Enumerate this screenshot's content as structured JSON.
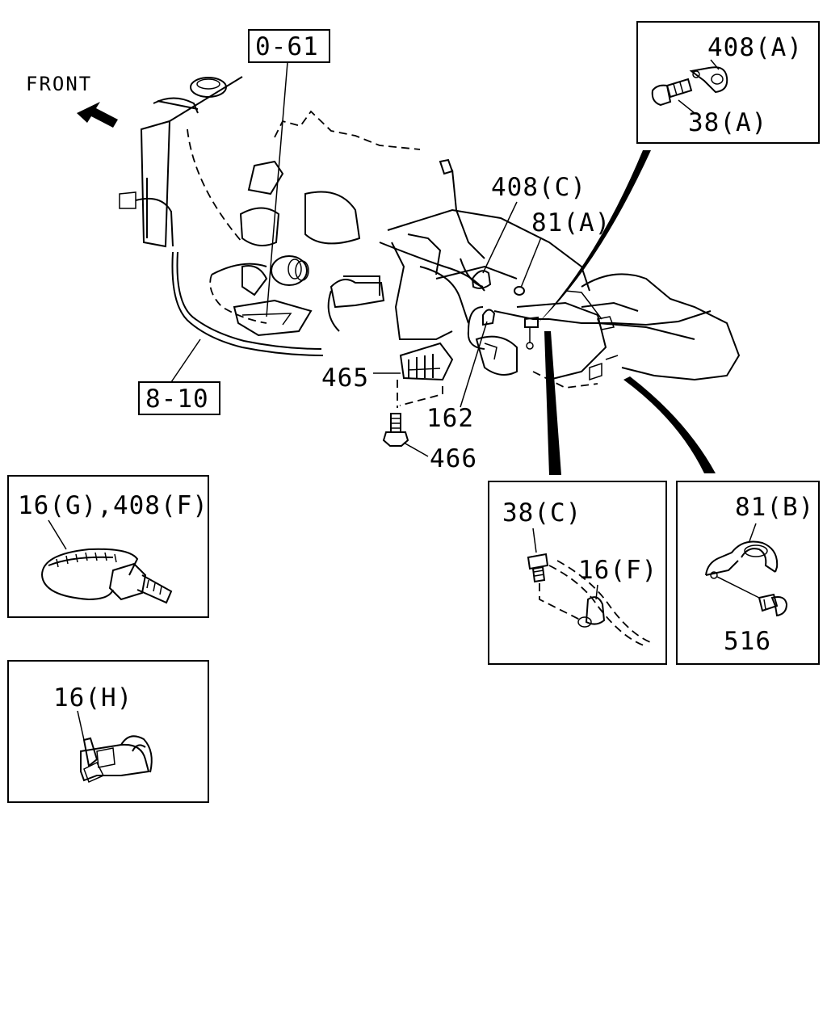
{
  "orientation": {
    "label": "FRONT",
    "icon": "arrow-up-left-icon"
  },
  "references": [
    {
      "id": "ref-0-61",
      "text": "0-61"
    },
    {
      "id": "ref-8-10",
      "text": "8-10"
    }
  ],
  "callouts": {
    "c408C": "408(C)",
    "c81A": "81(A)",
    "c465": "465",
    "c162": "162",
    "c466": "466"
  },
  "detail_boxes": {
    "top_right": {
      "labels": [
        "408(A)",
        "38(A)"
      ]
    },
    "left_mid": {
      "labels": [
        "16(G),408(F)"
      ]
    },
    "left_low": {
      "labels": [
        "16(H)"
      ]
    },
    "bottom_mid": {
      "labels": [
        "38(C)",
        "16(F)"
      ]
    },
    "bottom_right": {
      "labels": [
        "81(B)",
        "516"
      ]
    }
  }
}
